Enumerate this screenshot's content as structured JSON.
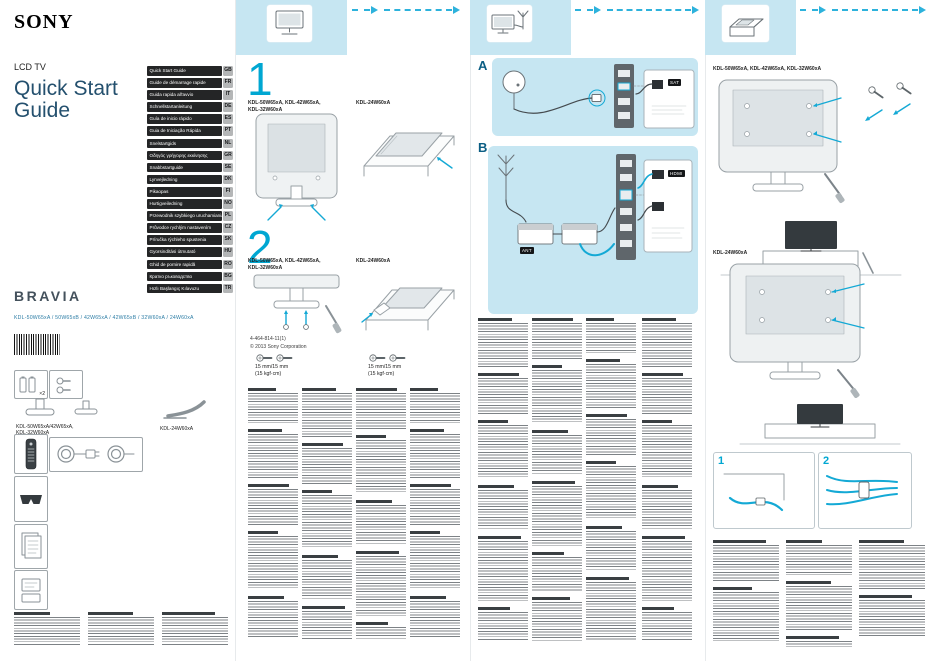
{
  "meta": {
    "print_code": "4-464-814-11(1)",
    "copyright": "© 2013 Sony Corporation"
  },
  "left": {
    "sony": "SONY",
    "product_type": "LCD TV",
    "title1": "Quick Start",
    "title2": "Guide",
    "bravia": "BRAVIA",
    "models_line": "KDL-50W65xA / 50W65xB / 42W65xA / 42W65xB / 32W60xA / 24W60xA",
    "languages": [
      {
        "label": "Quick Start Guide",
        "code": "GB"
      },
      {
        "label": "Guide de démarrage rapide",
        "code": "FR"
      },
      {
        "label": "Guida rapida all'avvio",
        "code": "IT"
      },
      {
        "label": "Schnellstartanleitung",
        "code": "DE"
      },
      {
        "label": "Guía de inicio rápido",
        "code": "ES"
      },
      {
        "label": "Guia de Iniciação Rápida",
        "code": "PT"
      },
      {
        "label": "Snelstartgids",
        "code": "NL"
      },
      {
        "label": "Οδηγός γρήγορης εκκίνησης",
        "code": "GR"
      },
      {
        "label": "Snabbstartguide",
        "code": "SE"
      },
      {
        "label": "Lynvejledning",
        "code": "DK"
      },
      {
        "label": "Pikaopas",
        "code": "FI"
      },
      {
        "label": "Hurtigveiledning",
        "code": "NO"
      },
      {
        "label": "Przewodnik szybkiego uruchamiania",
        "code": "PL"
      },
      {
        "label": "Průvodce rychlým nastavením",
        "code": "CZ"
      },
      {
        "label": "Príručka rýchleho spustenia",
        "code": "SK"
      },
      {
        "label": "Gyorsindítási útmutató",
        "code": "HU"
      },
      {
        "label": "Ghid de pornire rapidă",
        "code": "RO"
      },
      {
        "label": "Кратко ръководство",
        "code": "BG"
      },
      {
        "label": "Hızlı Başlangıç Kılavuzu",
        "code": "TR"
      }
    ],
    "accessories": {
      "x2": "×2",
      "stand1": "KDL-50W65xA/42W65xA,",
      "stand2": "KDL-32W60xA",
      "stand3": "KDL-24W60xA"
    }
  },
  "step1": {
    "number": "1",
    "cap_l1": "KDL-50W65xA, KDL-42W65xA,",
    "cap_l2": "KDL-32W60xA",
    "cap_r": "KDL-24W60xA"
  },
  "step2": {
    "number": "2",
    "cap_l1": "KDL-50W65xA, KDL-42W65xA,",
    "cap_l2": "KDL-32W60xA",
    "cap_r": "KDL-24W60xA",
    "screw1": "15 mm/15 mm",
    "screw2": "(15 kgf·cm)"
  },
  "conn": {
    "a": "A",
    "b": "B",
    "chip_sat": "SAT",
    "chip_ant": "ANT",
    "chip_hdmi": "HDMI"
  },
  "p4": {
    "heading": "KDL-50W65xA, KDL-42W65xA, KDL-32W60xA",
    "model24": "KDL-24W60xA",
    "n1": "1",
    "n2": "2"
  }
}
